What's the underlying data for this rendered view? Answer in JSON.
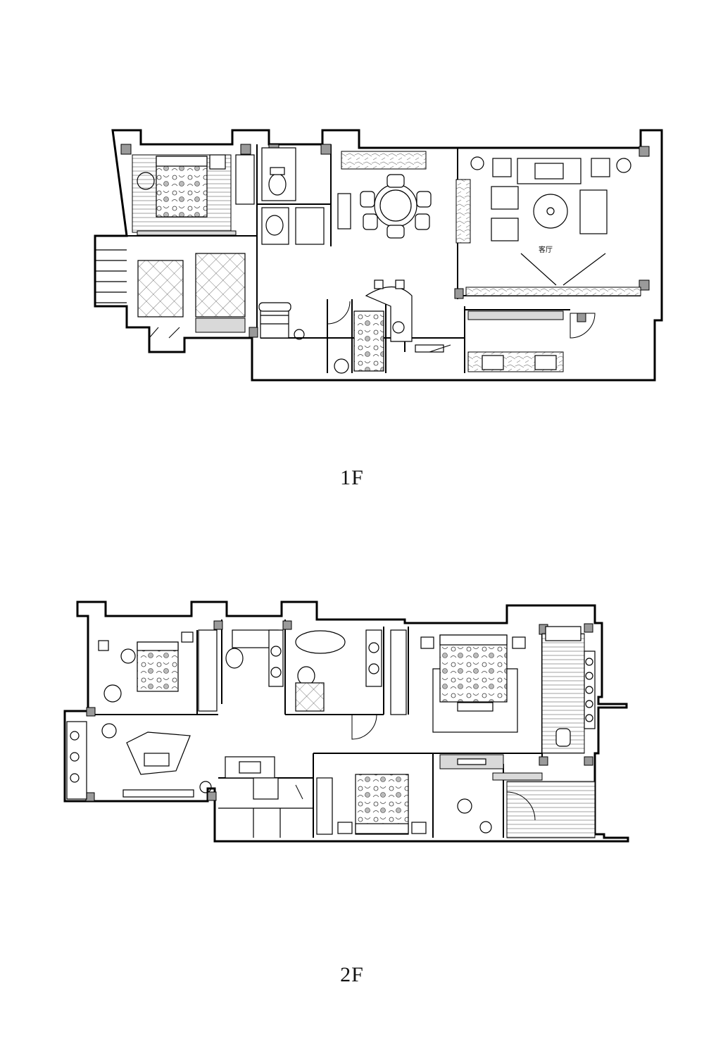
{
  "floors": [
    {
      "id": "1F",
      "label": "1F",
      "room_labels": [
        "客厅"
      ]
    },
    {
      "id": "2F",
      "label": "2F",
      "room_labels": []
    }
  ],
  "colors": {
    "ink": "#000000",
    "column_fill": "#9a9a9a",
    "paper": "#ffffff"
  }
}
